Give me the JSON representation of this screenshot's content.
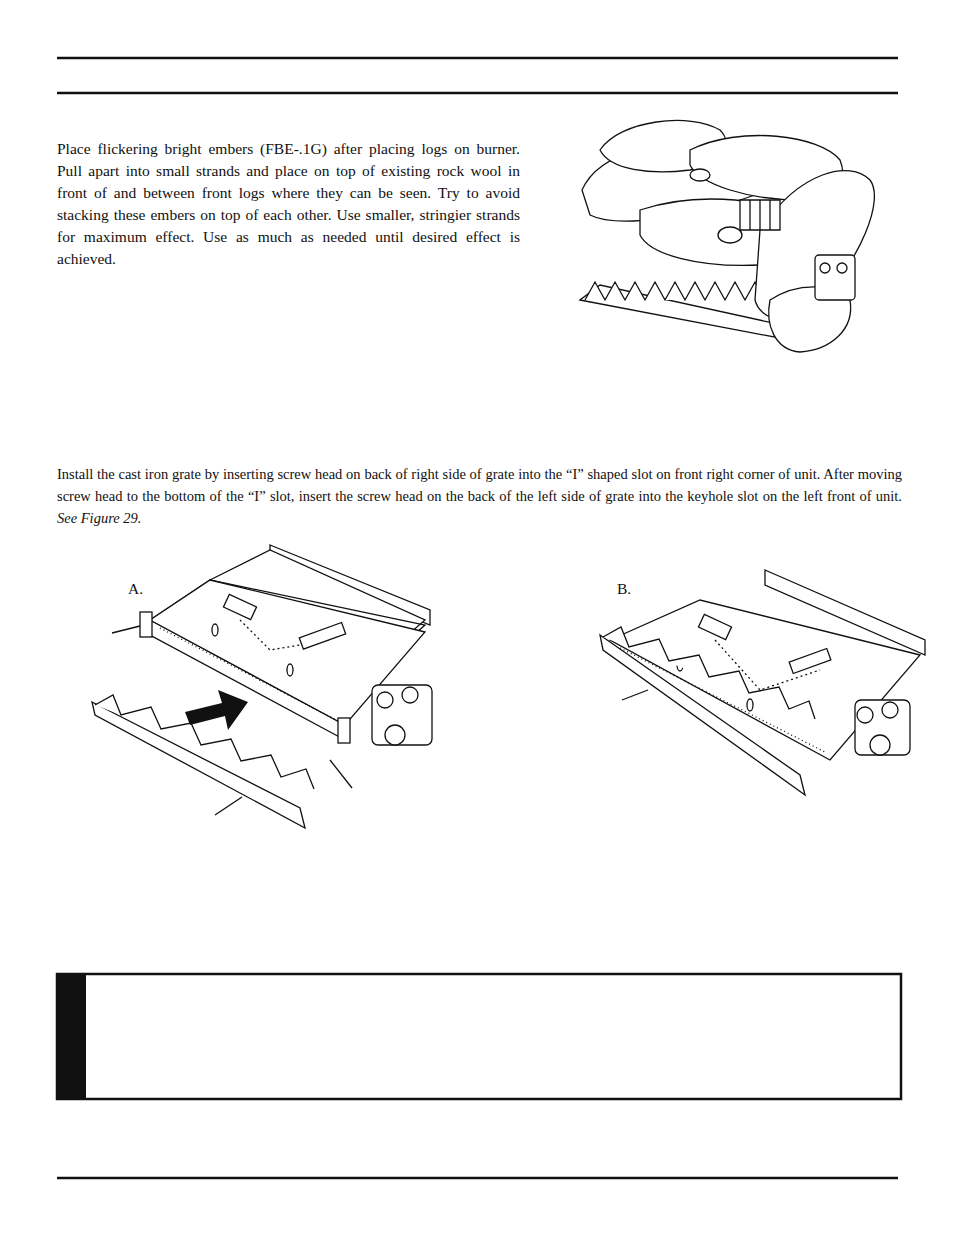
{
  "diagram": {
    "labels": [
      "Place flickering bright embers (FBE-.1G) after placing logs on burner. Pull apart into small strands and place on top of existing rock wool in front of and between front logs where they can be seen. Try to avoid stacking these embers on top of each other. Use smaller, stringier strands for maximum effect. Use as much as needed until desired effect is achieved.",
      "Install the cast iron grate by inserting screw head on back of right side of grate into the “I” shaped slot on front right corner of unit. After moving screw head to the bottom of the “I” slot, insert the screw head on the back of the left side of grate into the keyhole slot on the left front of unit.",
      "See Figure 29.",
      "A.",
      "B."
    ]
  }
}
